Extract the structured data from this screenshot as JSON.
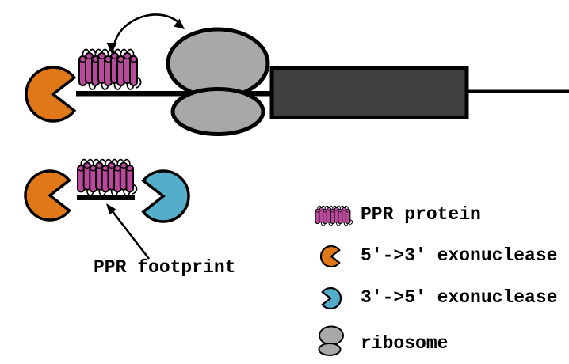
{
  "figure": {
    "footprint_label": "PPR footprint"
  },
  "legend": {
    "items": [
      {
        "icon": "ppr-protein-icon",
        "label": "PPR protein"
      },
      {
        "icon": "five-to-three-exonuclease-icon",
        "label": "5'->3' exonuclease"
      },
      {
        "icon": "three-to-five-exonuclease-icon",
        "label": "3'->5' exonuclease"
      },
      {
        "icon": "ribosome-icon",
        "label": "ribosome"
      }
    ]
  },
  "colors": {
    "ppr_protein": "#B84A9B",
    "exonuclease_5_3": "#E07818",
    "exonuclease_3_5": "#54ADC9",
    "ribosome": "#A8A8A8",
    "orf_box": "#3F3F3F",
    "outline": "#000000",
    "background": "#FFFFFF"
  }
}
